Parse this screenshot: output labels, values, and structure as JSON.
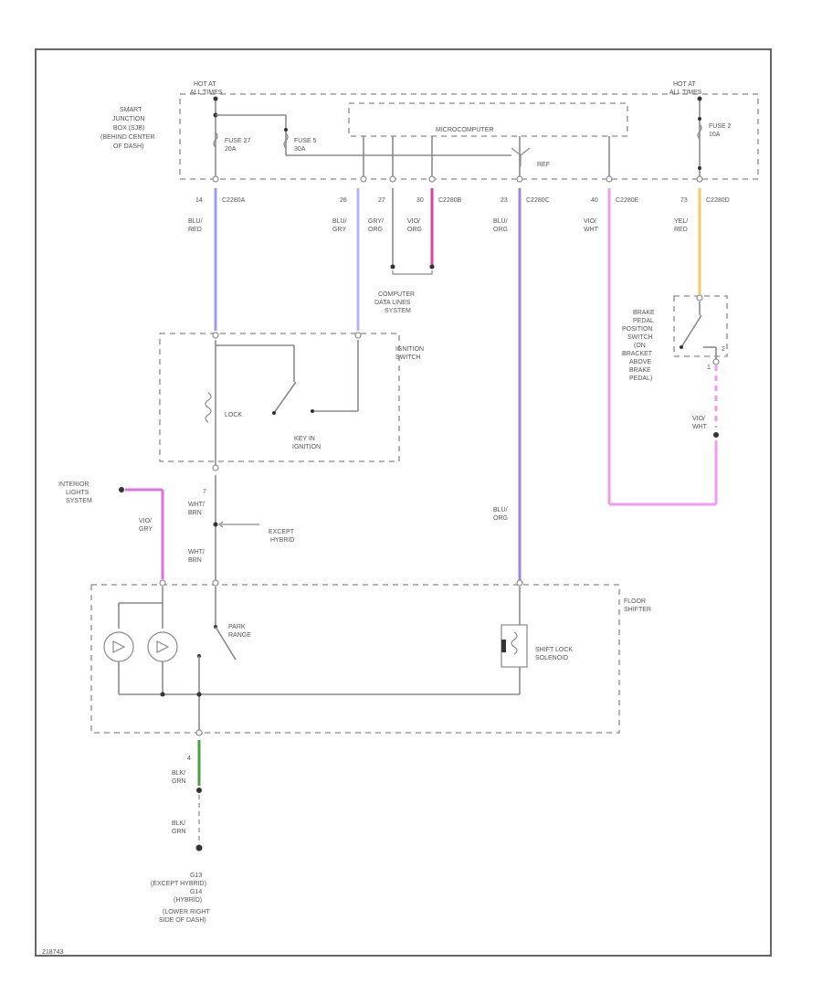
{
  "colors": {
    "blue_red": "#9a9cf2",
    "blue_gray": "#b4b6f4",
    "violet_orange": "#e0409a",
    "blue_orange": "#9988dd",
    "violet_white": "#f09af0",
    "yellow_red": "#f6c86a",
    "violet_gray": "#e070e0",
    "black_green": "#4aa040"
  },
  "labels": {
    "hot_at_all_times_left_1": "HOT AT",
    "hot_at_all_times_left_2": "ALL TIMES",
    "hot_at_all_times_right_1": "HOT AT",
    "hot_at_all_times_right_2": "ALL TIMES",
    "sjb_1": "SMART",
    "sjb_2": "JUNCTION",
    "sjb_3": "BOX (SJB)",
    "sjb_4": "(BEHIND CENTER",
    "sjb_5": "OF DASH)",
    "fuse27_1": "FUSE 27",
    "fuse27_2": "20A",
    "fuse5_1": "FUSE 5",
    "fuse5_2": "30A",
    "fuse2_1": "FUSE 2",
    "fuse2_2": "10A",
    "microcomputer": "MICROCOMPUTER",
    "ref": "REF",
    "pin_14": "14",
    "pin_26": "26",
    "pin_27": "27",
    "pin_30": "30",
    "pin_23": "23",
    "pin_40": "40",
    "pin_73": "73",
    "conn_c2280a": "C2280A",
    "conn_c2280b": "C2280B",
    "conn_c2280c": "C2280C",
    "conn_c2280e": "C2280E",
    "conn_c2280d": "C2280D",
    "w_blu": "BLU/",
    "w_red": "RED",
    "w_blu2": "BLU/",
    "w_gry": "GRY",
    "w_gry2": "GRY/",
    "w_org": "ORG",
    "w_vio": "VIO/",
    "w_org2": "ORG",
    "w_blu3": "BLU/",
    "w_org3": "ORG",
    "w_vio2": "VIO/",
    "w_wht": "WHT",
    "w_yel": "YEL/",
    "w_red2": "RED",
    "comp_data_1": "COMPUTER",
    "comp_data_2": "DATA LINES",
    "comp_data_3": "SYSTEM",
    "ignition_1": "IGNITION",
    "ignition_2": "SWITCH",
    "lock": "LOCK",
    "key_in_1": "KEY IN",
    "key_in_2": "IGNITION",
    "bpp_1": "BRAKE",
    "bpp_2": "PEDAL",
    "bpp_3": "POSITION",
    "bpp_4": "SWITCH",
    "bpp_5": "(ON",
    "bpp_6": "BRACKET",
    "bpp_7": "ABOVE",
    "bpp_8": "BRAKE",
    "bpp_9": "PEDAL)",
    "bpp_pin_a": "2",
    "bpp_pin_b": "1",
    "w_vio3": "VIO/",
    "w_wht2": "WHT",
    "ils_1": "INTERIOR",
    "ils_2": "LIGHTS",
    "ils_3": "SYSTEM",
    "w_vio4": "VIO/",
    "w_gry3": "GRY",
    "pin_7": "7",
    "w_wht3": "WHT/",
    "w_brn": "BRN",
    "except_hybrid_1": "EXCEPT",
    "except_hybrid_2": "HYBRID",
    "w_wht4": "WHT/",
    "w_brn2": "BRN",
    "w_blu4": "BLU/",
    "w_org4": "ORG",
    "floor_1": "FLOOR",
    "floor_2": "SHIFTER",
    "park_1": "PARK",
    "park_2": "RANGE",
    "sls_1": "SHIFT LOCK",
    "sls_2": "SOLENOID",
    "pin_4": "4",
    "w_blk": "BLK/",
    "w_grn": "GRN",
    "w_blk2": "BLK/",
    "w_grn2": "GRN",
    "g_1": "G13",
    "g_2": "(EXCEPT HYBRID)",
    "g_3": "G14",
    "g_4": "(HYBRID)",
    "g_5": "(LOWER RIGHT",
    "g_6": "SIDE OF DASH)",
    "corner": "218743"
  }
}
